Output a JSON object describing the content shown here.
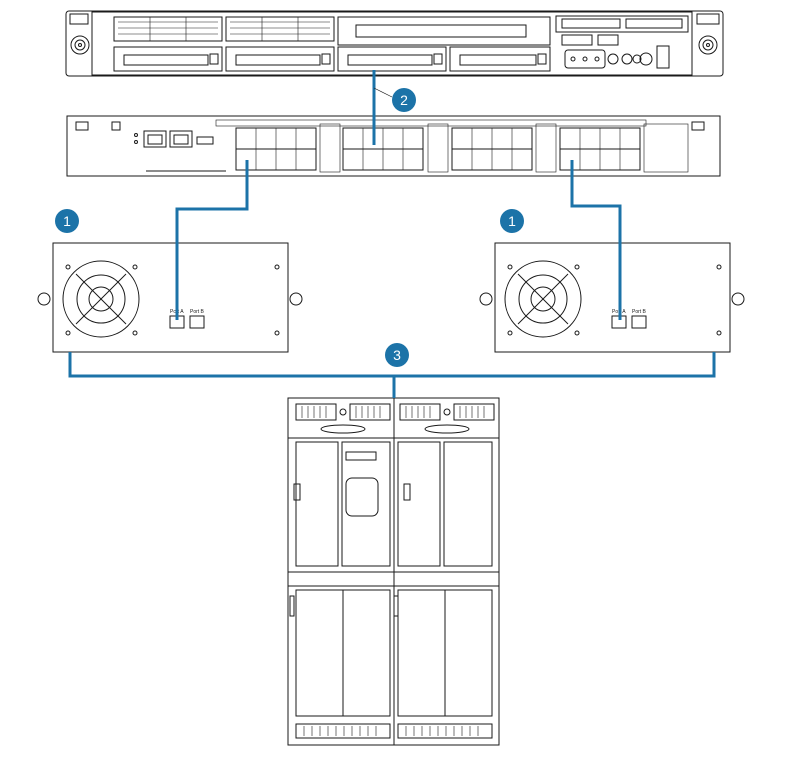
{
  "colors": {
    "cable": "#1c73a8",
    "callout_fill": "#1c73a8",
    "callout_text": "#ffffff",
    "line": "#1a1a1a"
  },
  "callouts": [
    {
      "id": "1",
      "text": "1"
    },
    {
      "id": "1b",
      "text": "1"
    },
    {
      "id": "2",
      "text": "2"
    },
    {
      "id": "3",
      "text": "3"
    }
  ],
  "bridge_left": {
    "port_a_label": "Port A",
    "port_b_label": "Port B"
  },
  "bridge_right": {
    "port_a_label": "Port A",
    "port_b_label": "Port B"
  },
  "icons": {
    "server": "rack-server-icon",
    "switch": "fibre-channel-switch-icon",
    "bridge": "network-bridge-icon",
    "library": "tape-library-icon"
  }
}
